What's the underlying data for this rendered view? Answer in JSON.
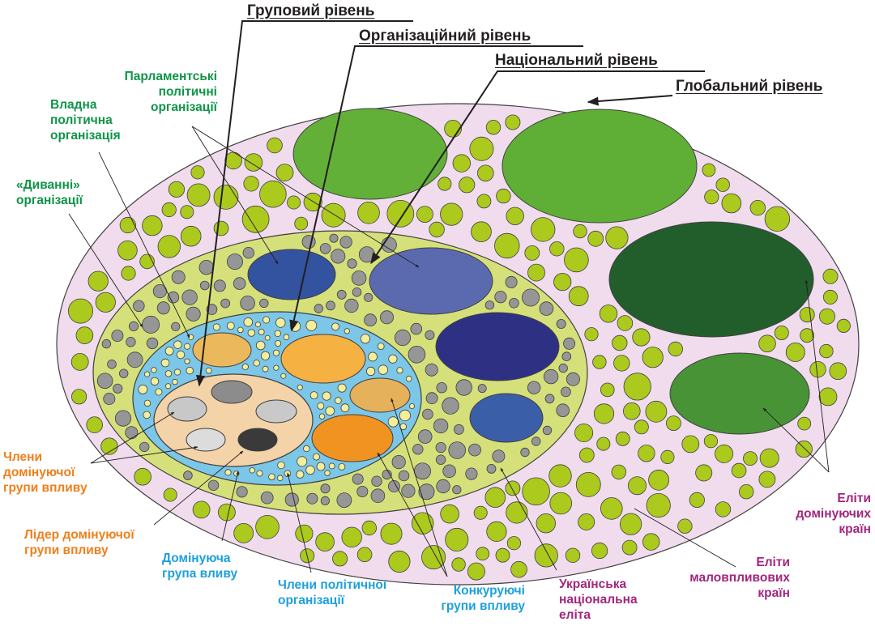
{
  "colors": {
    "global_fill": "#f0dced",
    "national_fill": "#d5e07a",
    "organizational_fill": "#7cc6e8",
    "group_fill": "#f4d3a8",
    "small_green_circle": "#acc91e",
    "small_gray_circle": "#969696",
    "small_yellow_circle": "#f2ee9c",
    "dominant_elite_1": "#63b038",
    "dominant_elite_2": "#5fae35",
    "dominant_elite_3": "#225e2c",
    "dominant_elite_4": "#479336",
    "org_blue_1": "#33529f",
    "org_blue_2": "#5b6aae",
    "org_blue_3": "#2e3183",
    "org_blue_4": "#3b5ea8",
    "competing_1": "#ebb95c",
    "competing_2": "#f5b142",
    "competing_3": "#e5b15b",
    "competing_4": "#f09320",
    "member_1": "#c8c8c8",
    "member_2": "#8c8c8c",
    "member_3": "#c9c9c9",
    "member_4": "#dcdcdc",
    "leader": "#3a3a3a",
    "stroke": "#404040"
  },
  "levels": {
    "group": "Груповий рівень",
    "organizational": "Організаційний рівень",
    "national": "Національний рівень",
    "global": "Глобальний рівень"
  },
  "labels": {
    "parliamentary_orgs": "Парламентські\nполітичні\nорганізації",
    "ruling_org": "Владна\nполітична\nорганізація",
    "sofa_orgs": "«Диванні»\nорганізації",
    "dominant_group_members": "Члени\nдомінуючої\nгрупи впливу",
    "dominant_group_leader": "Лідер домінуючої\nгрупи впливу",
    "dominant_group": "Домінуюча\nгрупа вливу",
    "political_org_members": "Члени політичної\nорганізації",
    "competing_groups": "Конкуруючі\nгрупи впливу",
    "ukrainian_elite": "Українська\nнаціональна\nеліта",
    "minor_country_elites": "Еліти\nмаловпливових\nкраїн",
    "dominant_country_elites": "Еліти\nдомінуючих\nкраїн"
  }
}
